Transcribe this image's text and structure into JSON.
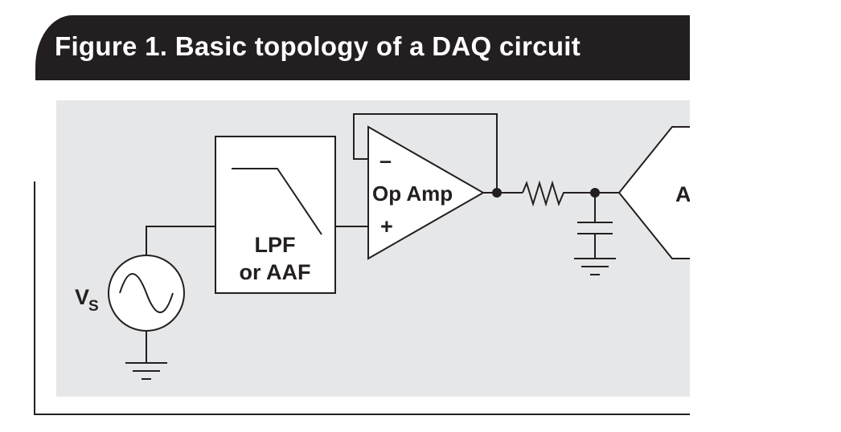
{
  "figure": {
    "title": "Figure 1. Basic topology of a DAQ circuit"
  },
  "diagram": {
    "source_label": "V",
    "source_subscript": "S",
    "filter_label_line1": "LPF",
    "filter_label_line2": "or AAF",
    "opamp_label": "Op Amp",
    "opamp_minus": "–",
    "opamp_plus": "+",
    "adc_label_partial": "A"
  },
  "colors": {
    "background_panel": "#e6e7e8",
    "ink": "#231f20"
  }
}
